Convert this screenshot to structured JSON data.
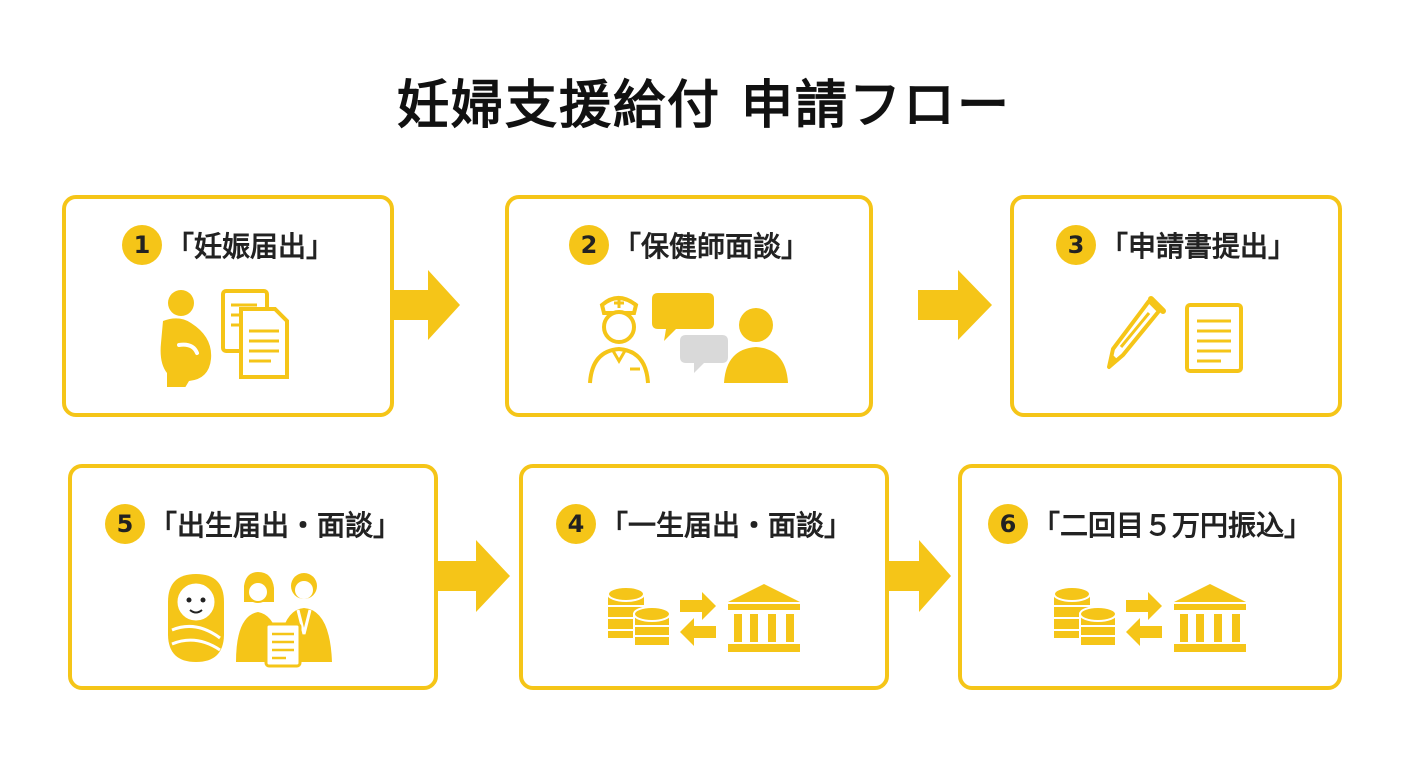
{
  "title": "妊婦支援給付 申請フロー",
  "colors": {
    "accent": "#f5c518",
    "bubble_gray": "#d9d9d9",
    "text": "#111111"
  },
  "steps": [
    {
      "number": "1",
      "label": "「妊娠届出」",
      "icons": [
        "pregnant-woman-icon",
        "documents-icon"
      ]
    },
    {
      "number": "2",
      "label": "「保健師面談」",
      "icons": [
        "nurse-icon",
        "chat-bubbles-icon",
        "person-icon"
      ]
    },
    {
      "number": "3",
      "label": "「申請書提出」",
      "icons": [
        "pen-icon",
        "document-icon"
      ]
    },
    {
      "number": "5",
      "label": "「出生届出・面談」",
      "icons": [
        "baby-icon",
        "parents-icon",
        "document-icon"
      ]
    },
    {
      "number": "4",
      "label": "「一生届出・面談」",
      "icons": [
        "coins-icon",
        "exchange-arrows-icon",
        "bank-icon"
      ]
    },
    {
      "number": "6",
      "label": "「二回目５万円振込」",
      "icons": [
        "coins-icon",
        "exchange-arrows-icon",
        "bank-icon"
      ]
    }
  ]
}
